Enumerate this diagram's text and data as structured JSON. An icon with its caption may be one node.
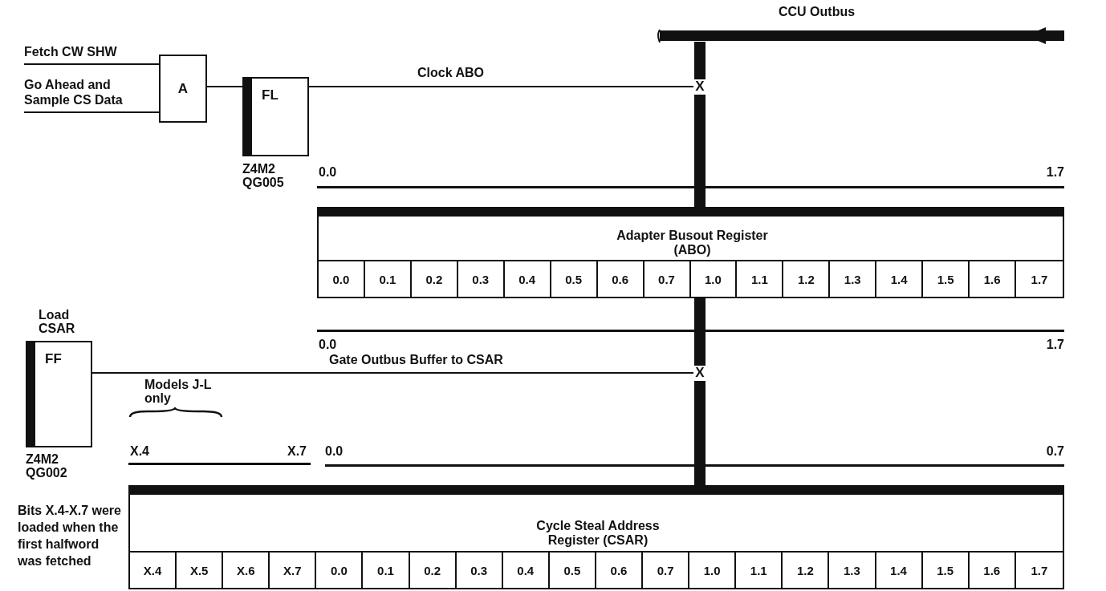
{
  "diagram": {
    "nodes": [
      {
        "text": [
          "Fetch CW SHW"
        ]
      },
      {
        "text": [
          "Go Ahead and Sample CS Data"
        ]
      },
      {
        "text": [
          "A"
        ]
      },
      {
        "text": [
          "FL"
        ],
        "beside": [
          "Z4M2 QG005"
        ]
      },
      {
        "text": [
          "X"
        ]
      },
      {
        "text": [
          "CCU Outbus"
        ]
      },
      {
        "text": [
          "Adapter Busout Register (ABO)"
        ]
      },
      {
        "text": [
          "FF"
        ],
        "beside": [
          "Load CSAR",
          "Z4M2 QG002"
        ]
      },
      {
        "text": [
          "X"
        ]
      },
      {
        "text": [
          "Cycle Steal Address Register (CSAR)"
        ],
        "beside": [
          "Bits X.4-X.7 were loaded when the first halfword was fetched"
        ]
      }
    ],
    "edges": [
      {
        "from": 0,
        "to": 2,
        "arrow": "none"
      },
      {
        "from": 1,
        "to": 2,
        "arrow": "none"
      },
      {
        "from": 2,
        "to": 3,
        "arrow": "none"
      },
      {
        "from": 3,
        "to": 4,
        "arrow": "none",
        "label": "Clock ABO"
      },
      {
        "from": 5,
        "to": 4,
        "arrow": "none",
        "style": "thick"
      },
      {
        "from": 4,
        "to": 6,
        "arrow": "none",
        "style": "thick"
      },
      {
        "from": 6,
        "to": 8,
        "arrow": "none",
        "style": "thick"
      },
      {
        "from": 7,
        "to": 8,
        "arrow": "none",
        "label": "Gate Outbus Buffer to CSAR"
      },
      {
        "from": 8,
        "to": 9,
        "arrow": "none",
        "style": "thick"
      }
    ],
    "labels": [
      "0.0",
      "1.7",
      "0.0",
      "0.1",
      "0.2",
      "0.3",
      "0.4",
      "0.5",
      "0.6",
      "0.7",
      "1.0",
      "1.1",
      "1.2",
      "1.3",
      "1.4",
      "1.5",
      "1.6",
      "1.7",
      "0.0",
      "1.7",
      "Models J-L only",
      "X.4",
      "X.7",
      "0.0",
      "0.7",
      "X.4",
      "X.5",
      "X.6",
      "X.7",
      "0.0",
      "0.1",
      "0.2",
      "0.3",
      "0.4",
      "0.5",
      "0.6",
      "0.7",
      "1.0",
      "1.1",
      "1.2",
      "1.3",
      "1.4",
      "1.5",
      "1.6",
      "1.7"
    ]
  }
}
